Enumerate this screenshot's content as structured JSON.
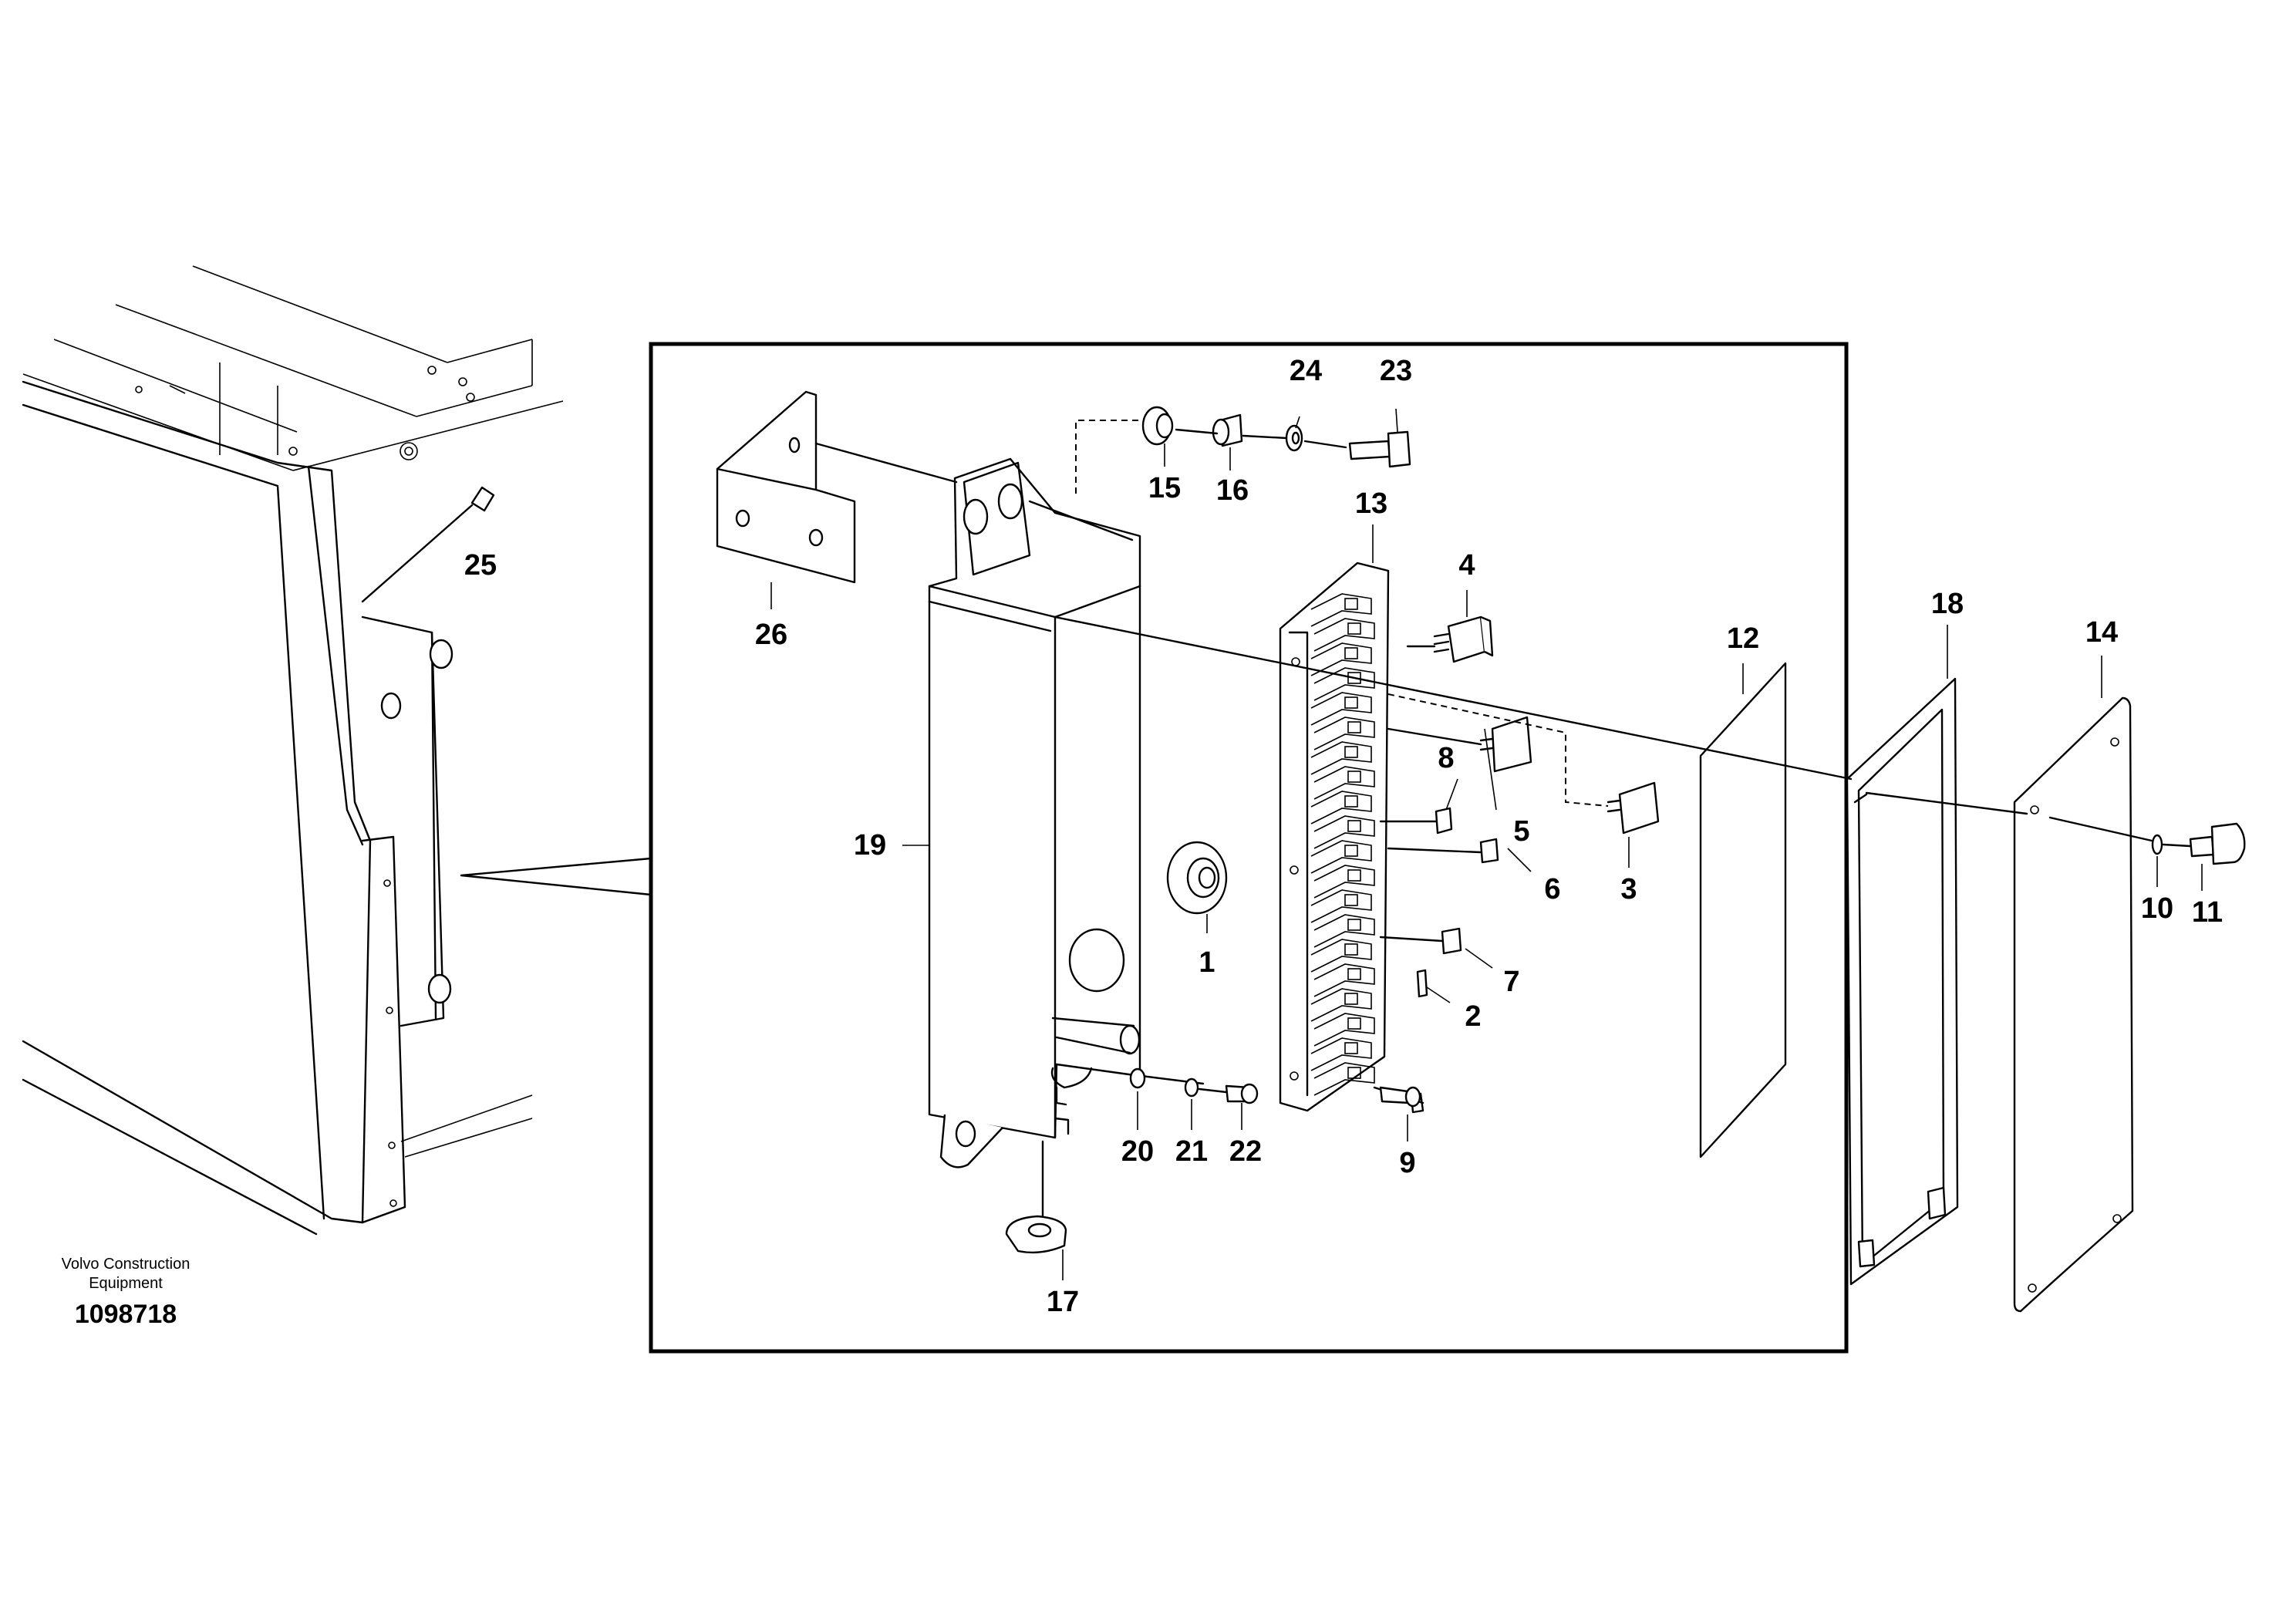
{
  "brand": {
    "line1": "Volvo Construction",
    "line2": "Equipment",
    "drawing_number": "1098718"
  },
  "callouts": [
    "1",
    "2",
    "3",
    "4",
    "5",
    "6",
    "7",
    "8",
    "9",
    "10",
    "11",
    "12",
    "13",
    "14",
    "15",
    "16",
    "17",
    "18",
    "19",
    "20",
    "21",
    "22",
    "23",
    "24",
    "25",
    "26"
  ]
}
